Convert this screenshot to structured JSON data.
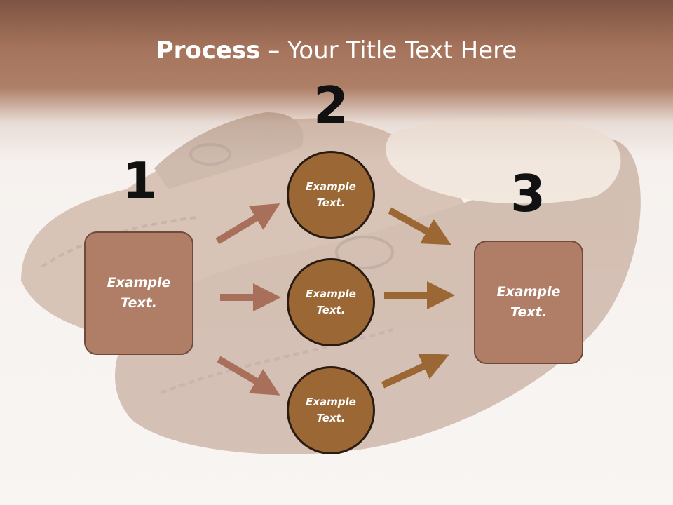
{
  "title": {
    "bold": "Process",
    "rest": " – Your Title Text Here"
  },
  "steps": [
    {
      "number": "1",
      "label": "Example Text."
    },
    {
      "number": "2",
      "label": "Example Text."
    },
    {
      "number": "3",
      "label": "Example Text."
    }
  ],
  "circles": [
    {
      "label": "Example Text."
    },
    {
      "label": "Example Text."
    },
    {
      "label": "Example Text."
    }
  ],
  "colors": {
    "box_fill": "#b07d66",
    "circle_fill": "#9b6735",
    "arrow_left": "#a8705a",
    "arrow_right": "#9b6735"
  }
}
